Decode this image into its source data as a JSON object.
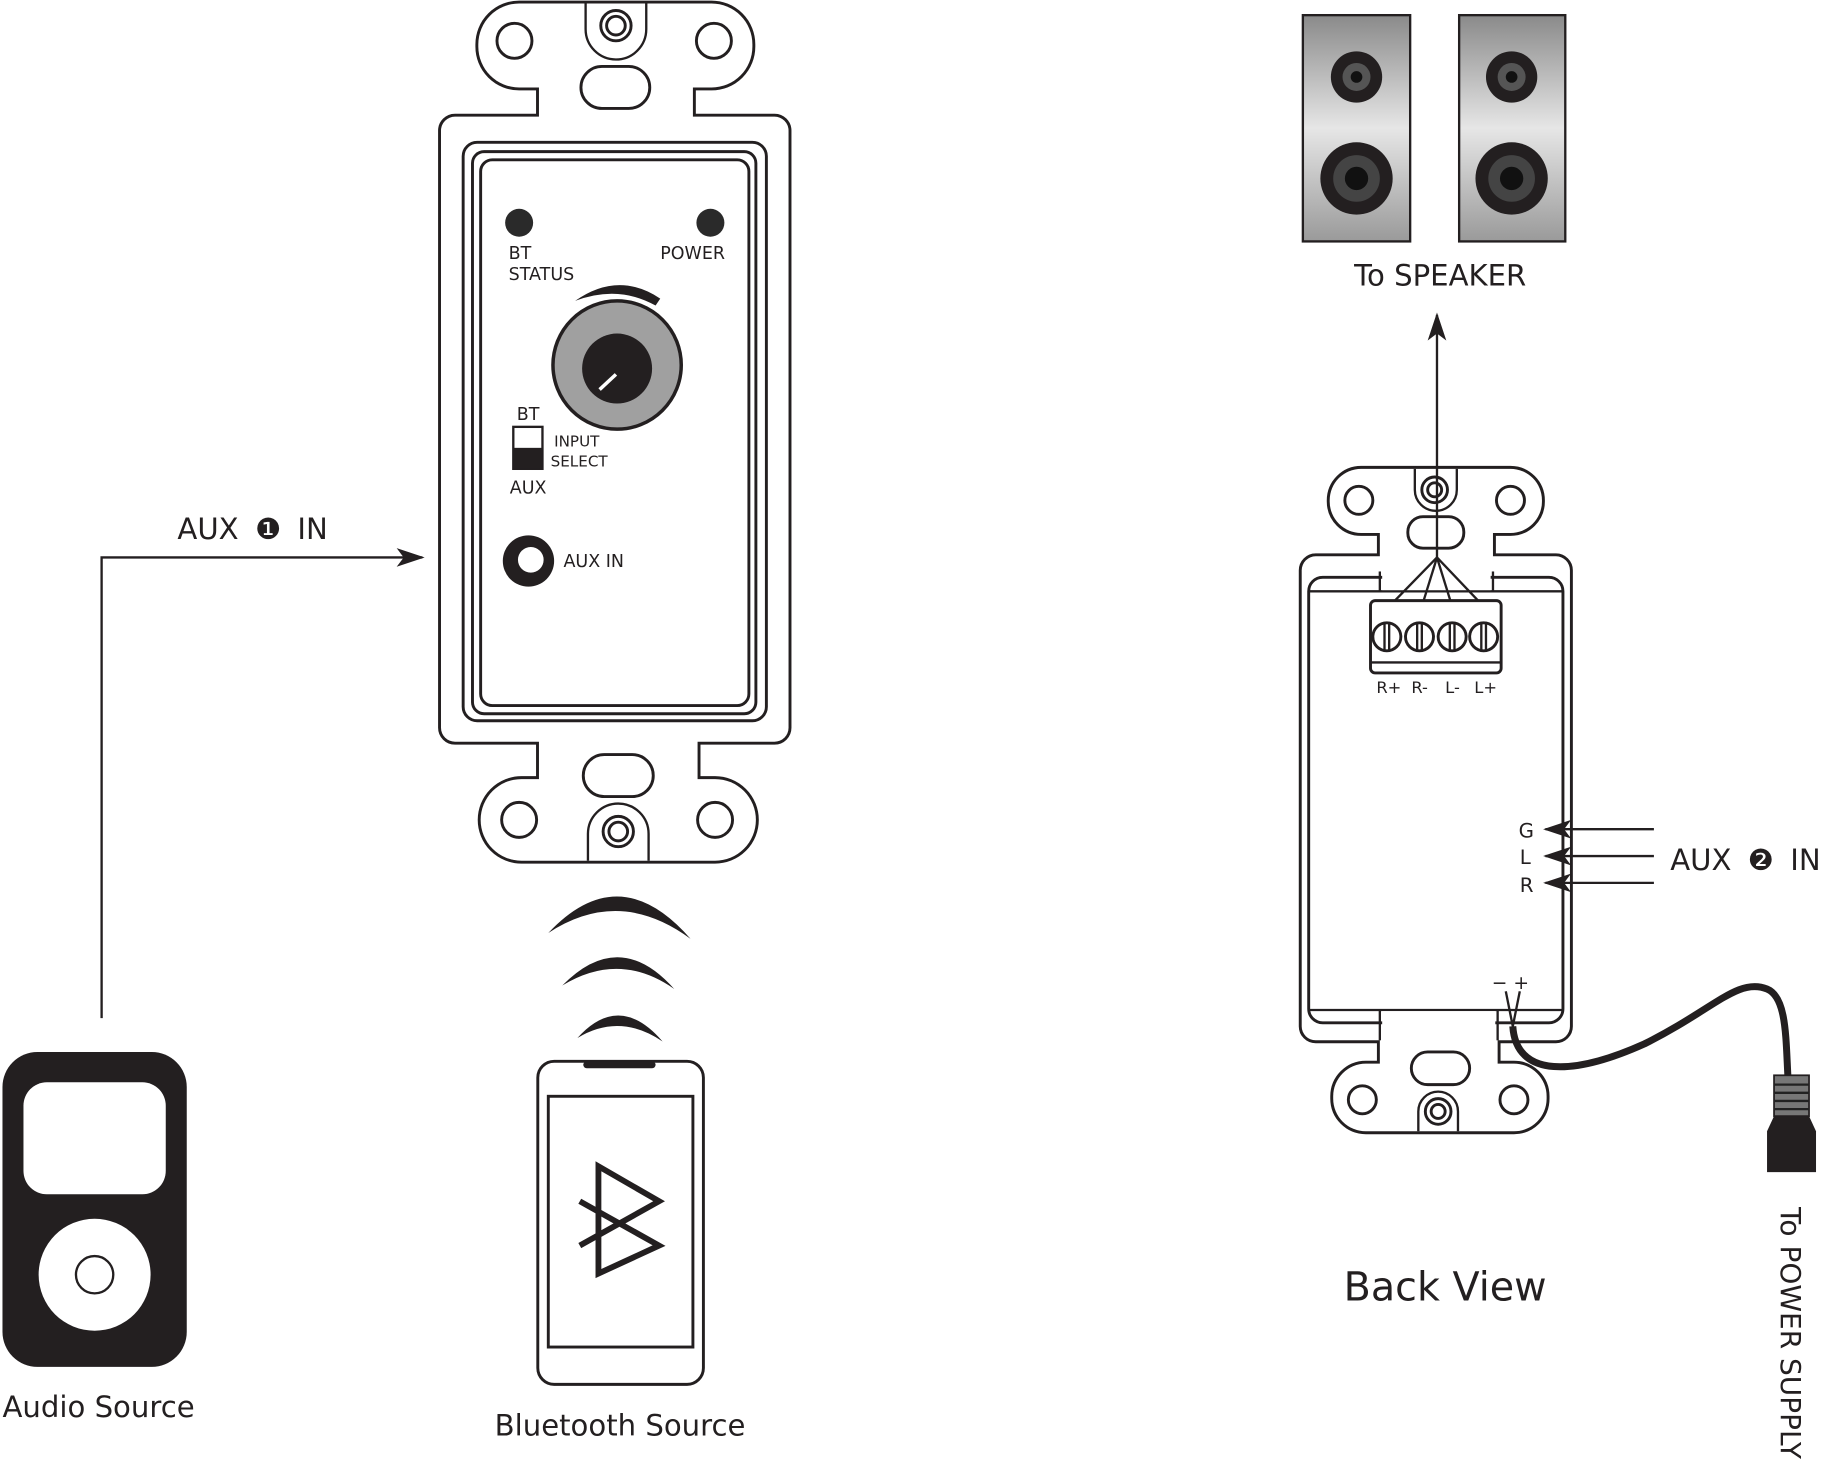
{
  "audio_source": {
    "label": "Audio Source",
    "icon": "media-player-icon"
  },
  "aux1": {
    "prefix": "AUX",
    "number": "❶",
    "suffix": "IN"
  },
  "front_panel": {
    "led_bt_status": [
      "BT",
      "STATUS"
    ],
    "led_power": "POWER",
    "switch_top": "BT",
    "switch_bottom": "AUX",
    "switch_label": [
      "INPUT",
      "SELECT"
    ],
    "jack_label": "AUX IN"
  },
  "bluetooth_source": {
    "label": "Bluetooth Source",
    "icon": "bluetooth-icon"
  },
  "speaker": {
    "label": "To SPEAKER"
  },
  "back_panel": {
    "terminals": [
      "R+",
      "R-",
      "L-",
      "L+"
    ],
    "aux_pins": [
      "G",
      "L",
      "R"
    ],
    "polarity": "−  +",
    "title": "Back View"
  },
  "aux2": {
    "prefix": "AUX",
    "number": "❷",
    "suffix": "IN"
  },
  "power": {
    "label": "To POWER SUPPLY"
  },
  "colors": {
    "ink": "#231f20",
    "knob": "#a0a0a0",
    "speaker_panel": "#c8c8c8"
  }
}
